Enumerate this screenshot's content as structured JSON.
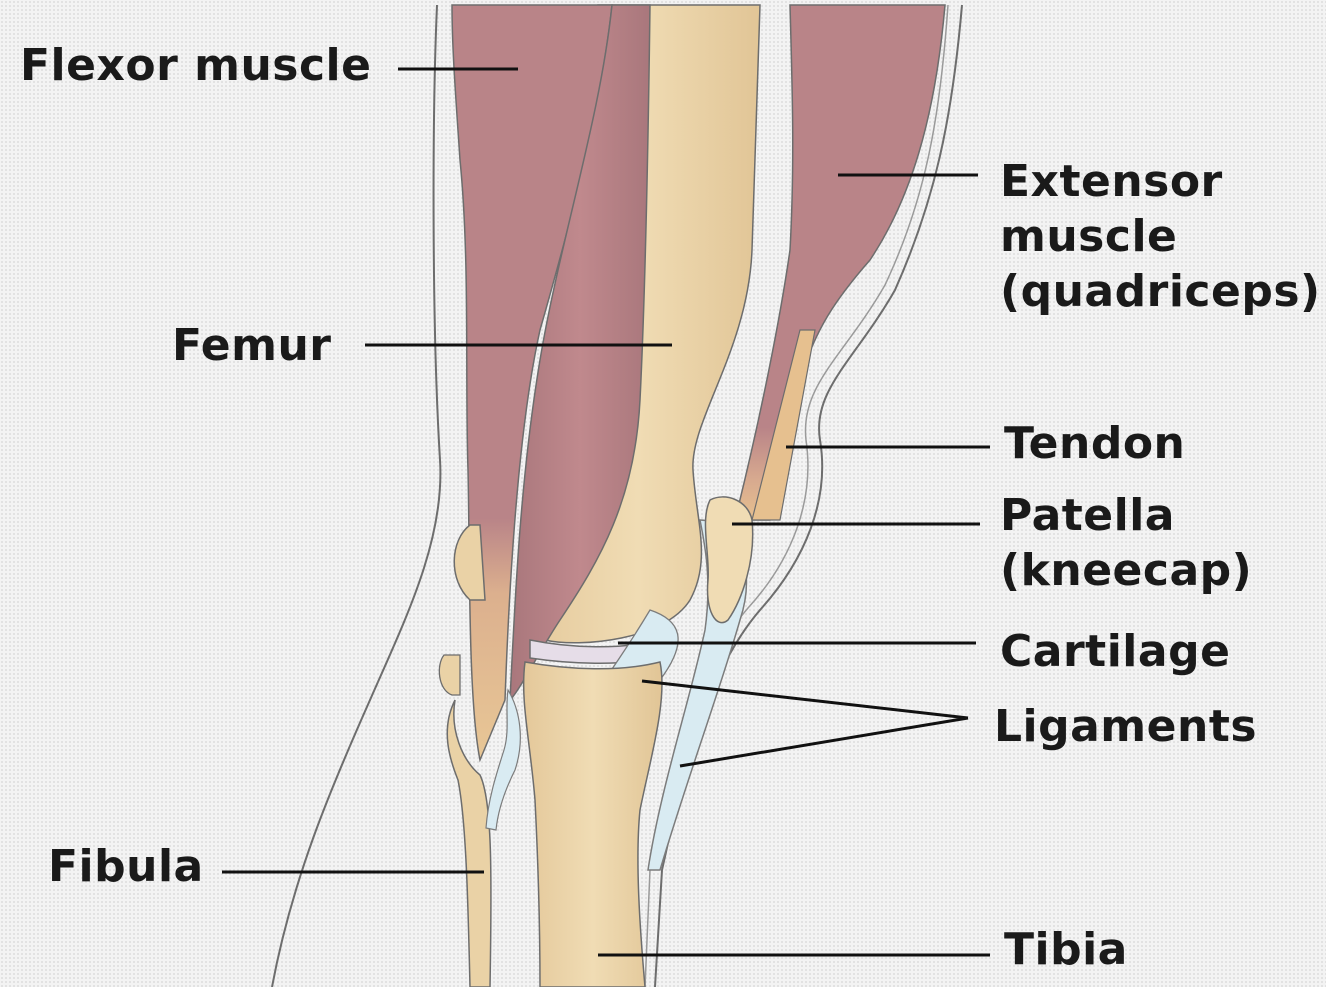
{
  "labels": {
    "flexor_muscle": "Flexor muscle",
    "femur": "Femur",
    "extensor_muscle": [
      "Extensor",
      "muscle",
      "(quadriceps)"
    ],
    "tendon": "Tendon",
    "patella": [
      "Patella",
      "(kneecap)"
    ],
    "cartilage": "Cartilage",
    "ligaments": "Ligaments",
    "fibula": "Fibula",
    "tibia": "Tibia"
  },
  "colors": {
    "muscle": "#b98488",
    "bone": "#ead2a6",
    "bone_light": "#f1e4c2",
    "tendon": "#e6c08f",
    "ligament": "#d9ebf2",
    "skin_outline": "#6d6d6d",
    "leader_line": "#111111"
  }
}
